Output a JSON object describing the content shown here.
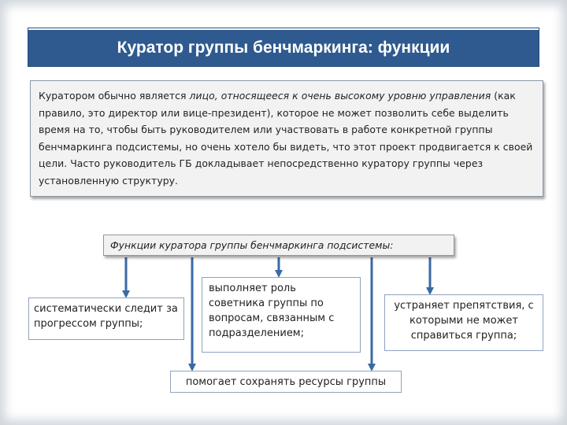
{
  "title": "Куратор группы бенчмаркинга: функции",
  "description": {
    "part1": "Куратором обычно является ",
    "italic": "лицо, относящееся к очень высокому уровню управления",
    "part2": " (как правило, это директор или вице-президент), которое не может позволить себе выделить время на то, чтобы быть руководителем или участвовать в работе конкретной группы бенчмаркинга подсистемы, но очень хотело бы видеть, что этот проект продвигается к своей цели. Часто руководитель ГБ докладывает непосредственно куратору группы через установленную структуру."
  },
  "functions_title": "Функции куратора группы бенчмаркинга подсистемы:",
  "functions": [
    "систематически следит за прогрессом группы;",
    "выполняет роль советника группы по вопросам, связанным с подразделением;",
    "устраняет препятствия, с которыми не может справиться группа;",
    "помогает сохранять ресурсы группы"
  ],
  "colors": {
    "header_bg": "#2e5a8f",
    "arrow": "#3a6aa3",
    "box_border": "#8fa3bd"
  }
}
